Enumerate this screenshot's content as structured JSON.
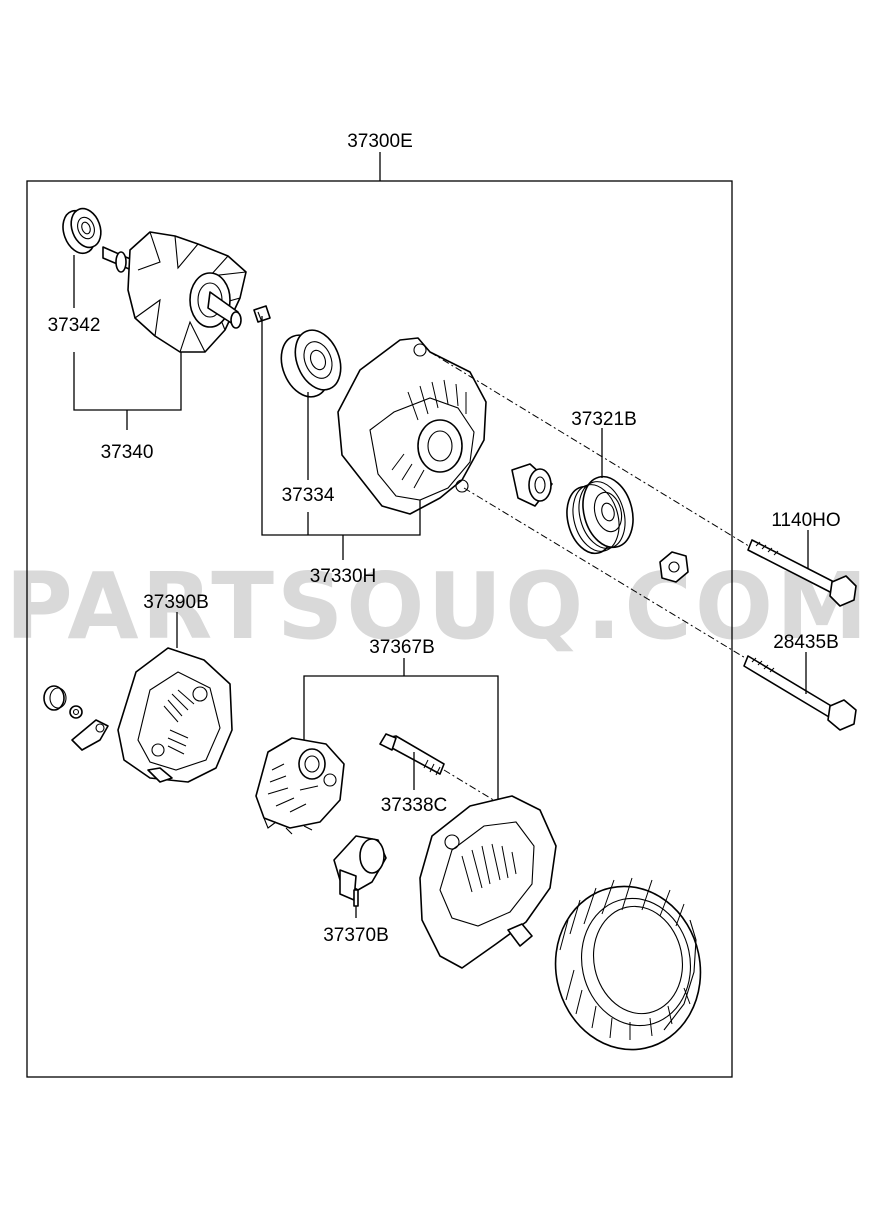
{
  "watermark": "PARTSOUQ.COM",
  "labels": {
    "assembly": "37300E",
    "rotor_bearing": "37342",
    "rotor": "37340",
    "front_bearing": "37334",
    "front_bracket": "37330H",
    "pulley": "37321B",
    "bolt_long": "1140HO",
    "bolt_short": "28435B",
    "rear_cover": "37390B",
    "rectifier": "37367B",
    "through_bolt": "37338C",
    "brush_holder": "37370B"
  }
}
